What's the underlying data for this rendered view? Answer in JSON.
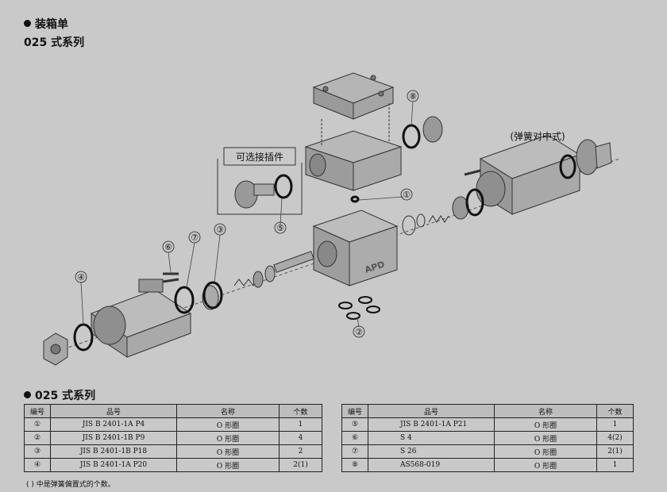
{
  "headings": {
    "packing_list": "装箱单",
    "series": "025 式系列",
    "table_series": "025 式系列"
  },
  "diagram_labels": {
    "optional_insert": "可选接插件",
    "spring_centered": "(弹簧对中式)",
    "brand": "APD",
    "callouts": [
      "①",
      "②",
      "③",
      "④",
      "⑤",
      "⑥",
      "⑦",
      "⑧"
    ]
  },
  "table": {
    "headers": [
      "编号",
      "品号",
      "名称",
      "个数"
    ],
    "left_rows": [
      [
        "①",
        "JIS B 2401-1A P4",
        "O 形圈",
        "1"
      ],
      [
        "②",
        "JIS B 2401-1B P9",
        "O 形圈",
        "4"
      ],
      [
        "③",
        "JIS B 2401-1B P18",
        "O 形圈",
        "2"
      ],
      [
        "④",
        "JIS B 2401-1A P20",
        "O 形圈",
        "2(1)"
      ]
    ],
    "right_rows": [
      [
        "⑤",
        "JIS B 2401-1A P21",
        "O 形圈",
        "1"
      ],
      [
        "⑥",
        "S 4",
        "O 形圈",
        "4(2)"
      ],
      [
        "⑦",
        "S 26",
        "O 形圈",
        "2(1)"
      ],
      [
        "⑧",
        "AS568-019",
        "O 形圈",
        "1"
      ]
    ]
  },
  "footnote": "(   ) 中是弹簧偏置式的个数。"
}
